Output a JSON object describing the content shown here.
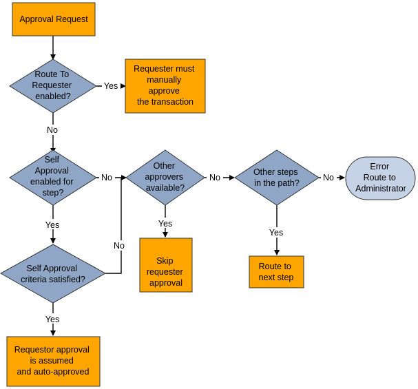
{
  "colors": {
    "process": "#FFA500",
    "decision": "#8FA6C6",
    "terminal": "#C6D3E6",
    "line": "#000000"
  },
  "nodes": {
    "approval_request": [
      "Approval Request"
    ],
    "route_to_requester": [
      "Route To",
      "Requester",
      "enabled?"
    ],
    "manual_approve": [
      "Requester must",
      "manually",
      "approve",
      "the transaction"
    ],
    "self_approval_enabled": [
      "Self",
      "Approval",
      "enabled for",
      "step?"
    ],
    "other_approvers": [
      "Other",
      "approvers",
      "available?"
    ],
    "other_steps": [
      "Other steps",
      "in the path?"
    ],
    "error_route": [
      "Error",
      "Route to",
      "Administrator"
    ],
    "self_approval_criteria": [
      "Self Approval",
      "criteria satisfied?"
    ],
    "skip_requester": [
      "Skip",
      "requester",
      "approval"
    ],
    "route_next_step": [
      "Route to",
      "next step"
    ],
    "auto_approved": [
      "Requestor approval",
      "is assumed",
      "and auto-approved"
    ]
  },
  "edge_labels": {
    "yes": "Yes",
    "no": "No"
  }
}
